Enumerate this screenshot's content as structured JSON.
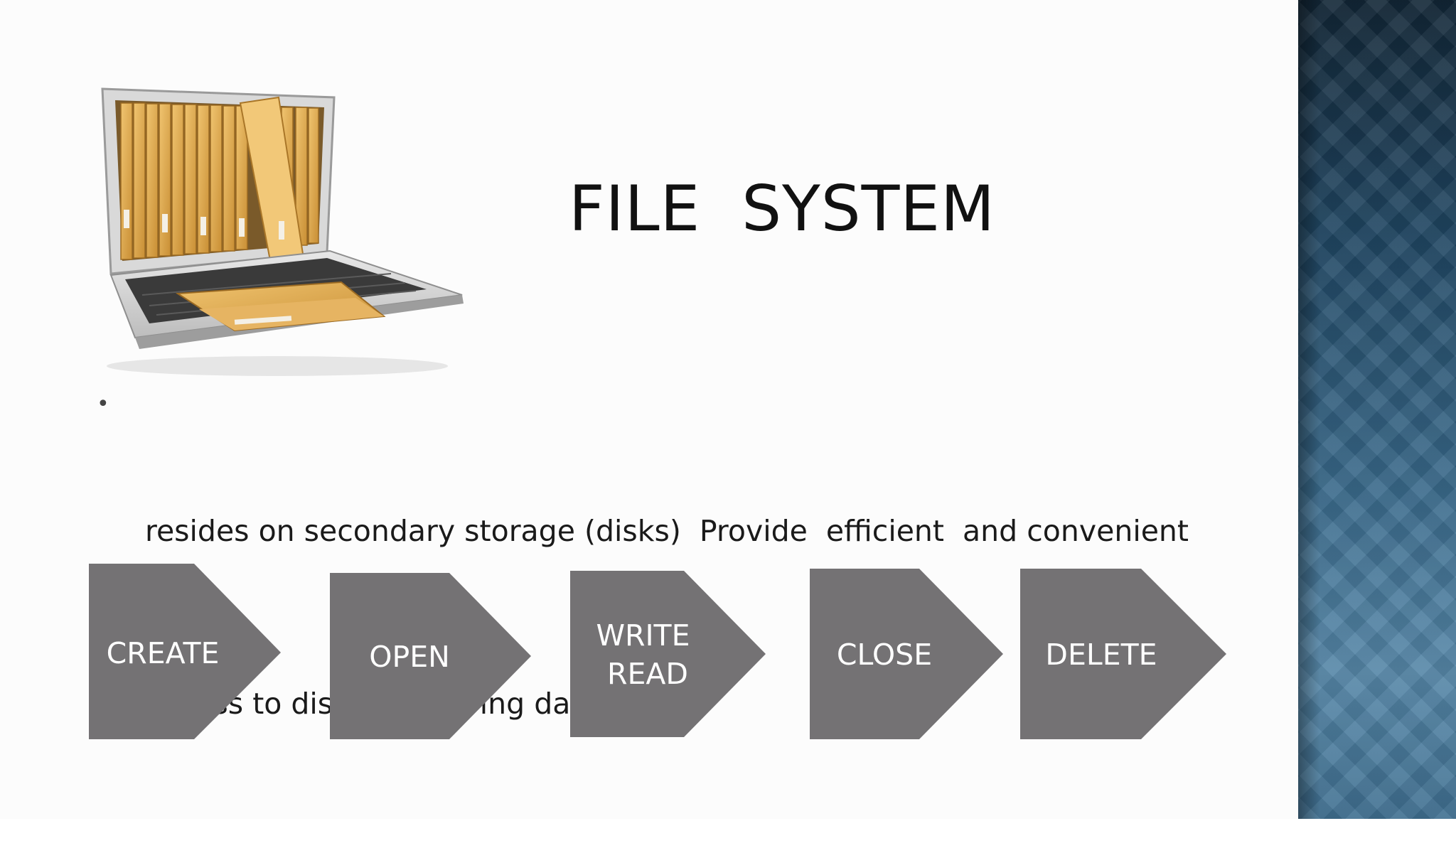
{
  "slide": {
    "title": "FILE  SYSTEM",
    "bullet": {
      "line1": "resides on secondary storage (disks)  Provide  efficient  and convenient",
      "line2": "access to disk by allowing data to be :"
    },
    "steps": [
      {
        "label_lines": [
          "CREATE"
        ]
      },
      {
        "label_lines": [
          "OPEN"
        ]
      },
      {
        "label_lines": [
          "WRITE",
          "READ"
        ]
      },
      {
        "label_lines": [
          "CLOSE"
        ]
      },
      {
        "label_lines": [
          "DELETE"
        ]
      }
    ],
    "illustration_icon": "laptop-with-folders-icon"
  },
  "colors": {
    "step_fill": "#747274",
    "step_text": "#ffffff",
    "panel_dark": "#122636",
    "panel_light": "#5687a8",
    "folder": "#e2ad55"
  }
}
